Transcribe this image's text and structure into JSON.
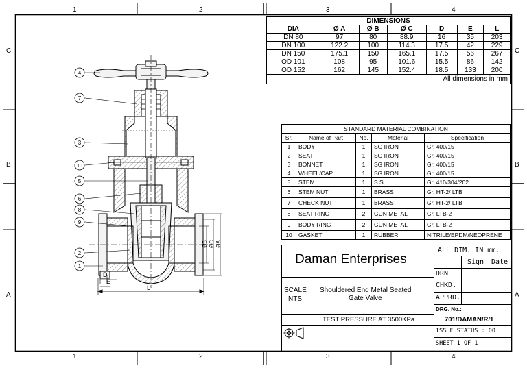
{
  "frame": {
    "top_zones": [
      "1",
      "2",
      "3",
      "4"
    ],
    "bottom_zones": [
      "1",
      "2",
      "3",
      "4"
    ],
    "left_zones": [
      "C",
      "B",
      "A"
    ],
    "right_zones": [
      "C",
      "B",
      "A"
    ]
  },
  "dimensions": {
    "title": "DIMENSIONS",
    "headers": [
      "DIA",
      "Ø A",
      "Ø B",
      "Ø C",
      "D",
      "E",
      "L"
    ],
    "rows": [
      [
        "DN 80",
        "97",
        "80",
        "88.9",
        "16",
        "35",
        "203"
      ],
      [
        "DN 100",
        "122.2",
        "100",
        "114.3",
        "17.5",
        "42",
        "229"
      ],
      [
        "DN 150",
        "175.1",
        "150",
        "165.1",
        "17.5",
        "56",
        "267"
      ],
      [
        "OD 101",
        "108",
        "95",
        "101.6",
        "15.5",
        "86",
        "142"
      ],
      [
        "OD 152",
        "162",
        "145",
        "152.4",
        "18.5",
        "133",
        "200"
      ]
    ],
    "note": "All dimensions in mm"
  },
  "materials": {
    "title": "STANDARD MATERIAL COMBINATION",
    "headers": [
      "Sr.",
      "Name of Part",
      "No.",
      "Material",
      "Specification"
    ],
    "rows": [
      [
        "1",
        "BODY",
        "1",
        "SG IRON",
        "Gr. 400/15"
      ],
      [
        "2",
        "SEAT",
        "1",
        "SG IRON",
        "Gr. 400/15"
      ],
      [
        "3",
        "BONNET",
        "1",
        "SG IRON",
        "Gr. 400/15"
      ],
      [
        "4",
        "WHEEL/CAP",
        "1",
        "SG IRON",
        "Gr. 400/15"
      ],
      [
        "5",
        "STEM",
        "1",
        "S.S.",
        "Gr. 410/304/202"
      ],
      [
        "6",
        "STEM NUT",
        "1",
        "BRASS",
        "Gr. HT-2/ LTB"
      ],
      [
        "7",
        "CHECK NUT",
        "1",
        "BRASS",
        "Gr. HT-2/ LTB"
      ],
      [
        "8",
        "SEAT RING",
        "2",
        "GUN METAL",
        "Gr. LTB-2"
      ],
      [
        "9",
        "BODY RING",
        "2",
        "GUN METAL",
        "Gr. LTB-2"
      ],
      [
        "10",
        "GASKET",
        "1",
        "RUBBER",
        "NITRILE/EPDM/NEOPRENE"
      ]
    ]
  },
  "title_block": {
    "company": "Daman Enterprises",
    "all_dim": "ALL DIM. IN mm.",
    "sign": "Sign",
    "date": "Date",
    "drn": "DRN",
    "chkd": "CHKD.",
    "apprd": "APPRD.",
    "scale_label": "SCALE",
    "scale_value": "NTS",
    "drawing_title_line1": "Shouldered End Metal Seated",
    "drawing_title_line2": "Gate Valve",
    "drg_no_label": "DRG. No.:",
    "drg_no_value": "701/DAMAN/R/1",
    "test_pressure": "TEST PRESSURE AT 3500KPa",
    "issue_status": "ISSUE STATUS  :  00",
    "sheet": "SHEET   1 OF 1"
  },
  "drawing": {
    "balloons": [
      "4",
      "7",
      "3",
      "10",
      "5",
      "6",
      "8",
      "9",
      "2",
      "1"
    ],
    "dim_labels": {
      "A": "ØA",
      "B": "ØB",
      "C": "ØC",
      "D": "D",
      "E": "E",
      "L": "L"
    }
  },
  "colors": {
    "line": "#000000",
    "hatch": "#555555",
    "fill": "#f3f3f3"
  }
}
